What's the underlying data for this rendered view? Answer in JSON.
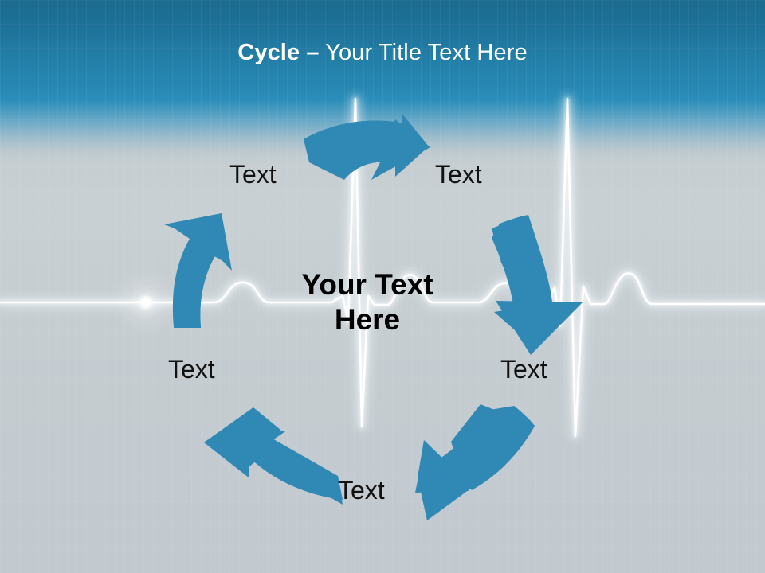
{
  "slide": {
    "title": {
      "strong": "Cycle –",
      "light": " Your Title Text Here"
    },
    "center_text_line1": "Your Text",
    "center_text_line2": "Here",
    "labels": [
      {
        "text": "Text",
        "position": "top-left"
      },
      {
        "text": "Text",
        "position": "top-right"
      },
      {
        "text": "Text",
        "position": "right"
      },
      {
        "text": "Text",
        "position": "bottom"
      },
      {
        "text": "Text",
        "position": "left"
      }
    ],
    "arrows": [
      {
        "name": "arrow-top",
        "direction": "right"
      },
      {
        "name": "arrow-right",
        "direction": "down"
      },
      {
        "name": "arrow-bottom-right",
        "direction": "down-left"
      },
      {
        "name": "arrow-bottom-left",
        "direction": "up-left"
      },
      {
        "name": "arrow-left",
        "direction": "up"
      }
    ],
    "colors": {
      "arrow_fill": "#3089b4",
      "header_top": "#1b6b8e",
      "header_mid": "#2f90bb",
      "body_gray": "#c4ccd0",
      "title_text": "#ffffff",
      "label_text": "#111111",
      "ecg_line": "#ffffff"
    },
    "graphic": {
      "name": "ecg-heartbeat-line",
      "description": "glowing white ECG heartbeat waveform across the slide"
    }
  }
}
